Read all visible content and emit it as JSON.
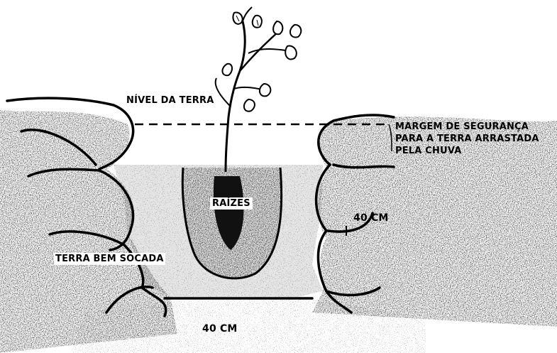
{
  "labels": {
    "ground_level": "NÍVEL DA TERRA",
    "safety_margin": [
      "MARGEM DE SEGURANÇA",
      "PARA A TERRA ARRASTADA",
      "PELA CHUVA"
    ],
    "roots": "RAÍZES",
    "depth": "40 CM",
    "packed_soil": "TERRA BEM SOCADA",
    "width": "40 CM"
  },
  "colors": {
    "ink": "#000000",
    "soil_texture": "#555555",
    "hole_fill": "#e6e6e6",
    "background": "#ffffff"
  }
}
